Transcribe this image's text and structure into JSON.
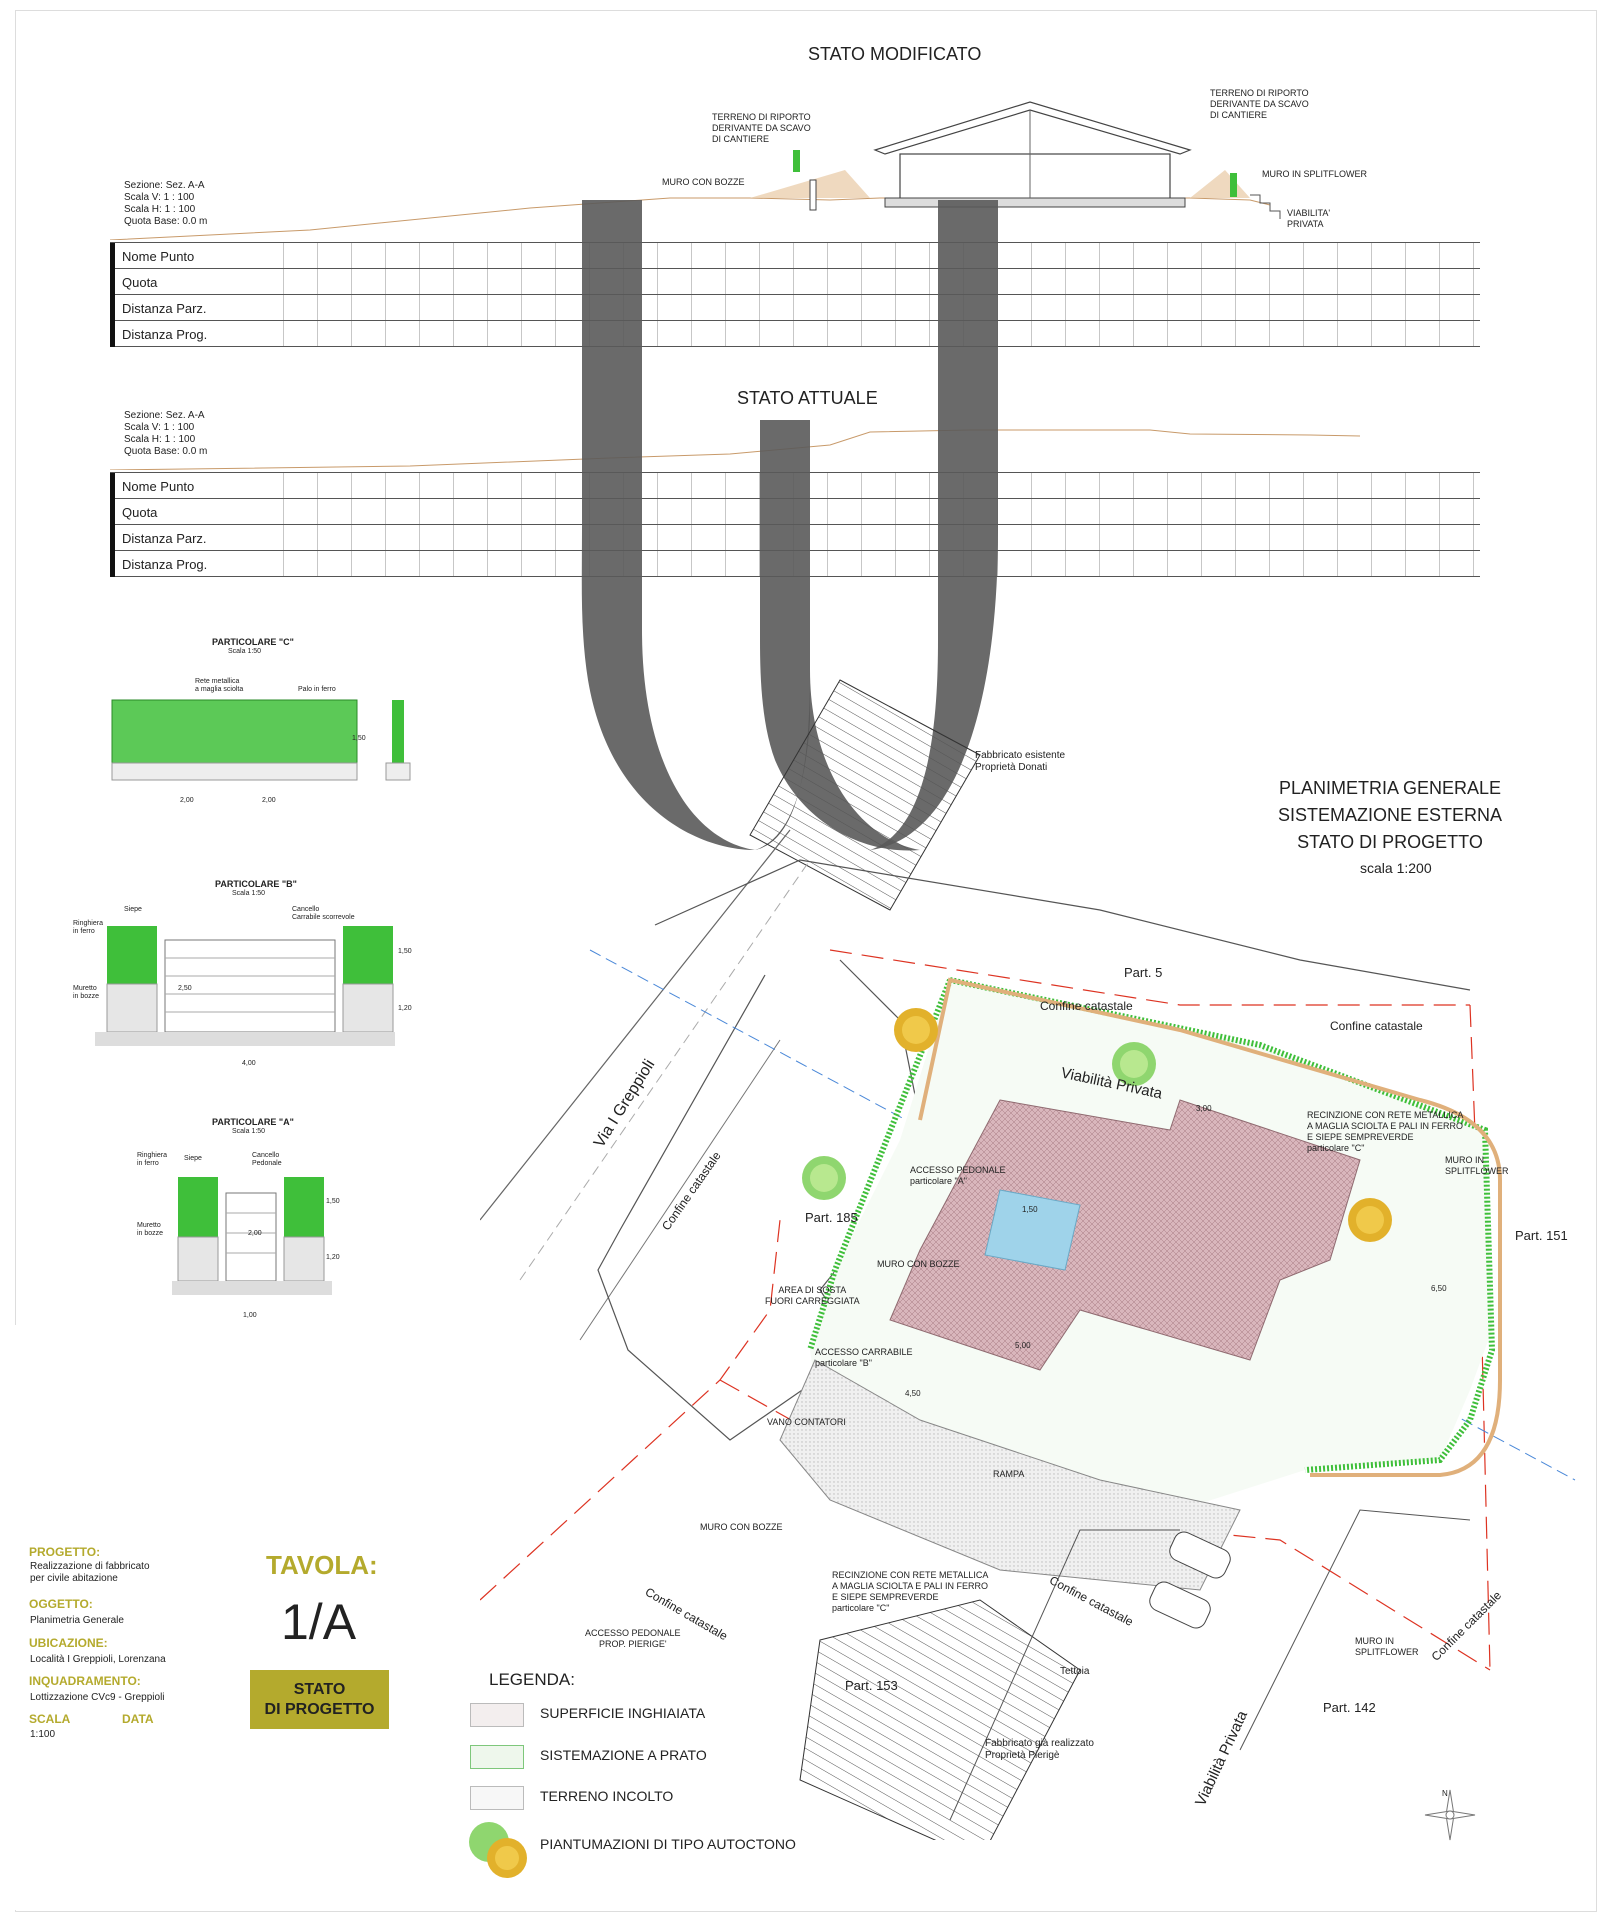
{
  "page": {
    "background": "#ffffff",
    "accent_olive": "#b4aa2d",
    "hedge_green": "#3fbf3a",
    "roof_color": "#cfa7ae",
    "pool_color": "#9fd3ea"
  },
  "sections": {
    "modificato_title": "STATO MODIFICATO",
    "attuale_title": "STATO ATTUALE",
    "meta_lines": [
      "Sezione: Sez. A-A",
      "Scala V: 1 : 100",
      "Scala H: 1 : 100",
      "Quota Base: 0.0 m"
    ],
    "row_labels": [
      "Nome Punto",
      "Quota",
      "Distanza Parz.",
      "Distanza Prog."
    ],
    "notes": {
      "terreno_left": "TERRENO DI RIPORTO\nDERIVANTE DA SCAVO\nDI CANTIERE",
      "terreno_right": "TERRENO DI RIPORTO\nDERIVANTE DA SCAVO\nDI CANTIERE",
      "muro_bozze": "MURO CON BOZZE",
      "muro_split": "MURO IN SPLITFLOWER",
      "viabilita": "VIABILITA'\nPRIVATA"
    }
  },
  "details": {
    "c": {
      "title": "PARTICOLARE \"C\"",
      "scale": "Scala 1:50",
      "rete": "Rete metallica\na maglia sciolta",
      "palo": "Palo in ferro",
      "dim1": "2,00",
      "dim2": "2,00",
      "h": "1,50"
    },
    "b": {
      "title": "PARTICOLARE \"B\"",
      "scale": "Scala 1:50",
      "siepe": "Siepe",
      "ringhiera": "Ringhiera\nin ferro",
      "cancello": "Cancello\nCarrabile scorrevole",
      "muretto": "Muretto\nin bozze",
      "dim": "4,00",
      "h1": "1,50",
      "h2": "1,20",
      "w": "2,50"
    },
    "a": {
      "title": "PARTICOLARE \"A\"",
      "scale": "Scala 1:50",
      "siepe": "Siepe",
      "ringhiera": "Ringhiera\nin ferro",
      "cancello": "Cancello\nPedonale",
      "muretto": "Muretto\nin bozze",
      "dim": "1,00",
      "h1": "1,50",
      "h2": "1,20",
      "w": "2,00"
    }
  },
  "plan": {
    "title": [
      "PLANIMETRIA GENERALE",
      "SISTEMAZIONE ESTERNA",
      "STATO DI PROGETTO"
    ],
    "scale": "scala 1:200",
    "labels": {
      "fabbricato_donati": "Fabbricato esistente\nProprietà Donati",
      "part5": "Part. 5",
      "confine1": "Confine catastale",
      "confine2": "Confine catastale",
      "viabilita_top": "Viabilità Privata",
      "recinzione_top": "RECINZIONE CON RETE METALLICA\nA MAGLIA SCIOLTA E PALI IN FERRO\nE SIEPE SEMPREVERDE\nparticolare \"C\"",
      "muro_split_top": "MURO IN\nSPLITFLOWER",
      "part151": "Part. 151",
      "via": "Via I Greppioli",
      "confine_left": "Confine catastale",
      "accesso_ped": "ACCESSO PEDONALE\nparticolare \"A\"",
      "part185": "Part. 185",
      "muro_bozze": "MURO CON BOZZE",
      "area_sosta": "AREA DI SOSTA\nFUORI CARREGGIATA",
      "accesso_carr": "ACCESSO CARRABILE\nparticolare \"B\"",
      "vano": "VANO CONTATORI",
      "rampa": "RAMPA",
      "muro_bozze2": "MURO CON BOZZE",
      "recinzione_bottom": "RECINZIONE CON RETE METALLICA\nA MAGLIA SCIOLTA E PALI IN FERRO\nE SIEPE SEMPREVERDE\nparticolare \"C\"",
      "confine_bottom": "Confine catastale",
      "confine_b2": "Confine catastale",
      "accesso_ped2": "ACCESSO PEDONALE\nPROP. PIERIGE'",
      "part153": "Part. 153",
      "tettoia": "Tettoia",
      "fabbricato_pierige": "Fabbricato già realizzato\nProprietà Pierigè",
      "viabilita_bottom": "Viabilità Privata",
      "muro_split_bottom": "MURO IN\nSPLITFLOWER",
      "part142": "Part. 142",
      "confine_right": "Confine catastale",
      "dim_650": "6,50",
      "dim_500": "5,00",
      "dim_150": "1,50",
      "dim_450": "4,50",
      "dim_300": "3,00",
      "north": "N"
    }
  },
  "legend": {
    "title": "LEGENDA:",
    "items": [
      {
        "label": "SUPERFICIE INGHIAIATA",
        "color": "#f3eeee"
      },
      {
        "label": "SISTEMAZIONE A PRATO",
        "color": "#eef7ec"
      },
      {
        "label": "TERRENO INCOLTO",
        "color": "#f7f7f7"
      },
      {
        "label": "PIANTUMAZIONI DI TIPO AUTOCTONO",
        "color": ""
      }
    ]
  },
  "title_block": {
    "progetto_label": "PROGETTO:",
    "progetto_value": "Realizzazione di fabbricato\nper civile abitazione",
    "oggetto_label": "OGGETTO:",
    "oggetto_value": "Planimetria Generale",
    "ubicazione_label": "UBICAZIONE:",
    "ubicazione_value": "Località I Greppioli, Lorenzana",
    "inquadramento_label": "INQUADRAMENTO:",
    "inquadramento_value": "Lottizzazione CVc9 - Greppioli",
    "scala_label": "SCALA",
    "scala_value": "1:100",
    "data_label": "DATA",
    "tavola_label": "TAVOLA:",
    "tavola_value": "1/A",
    "stato_badge": "STATO\nDI PROGETTO"
  }
}
